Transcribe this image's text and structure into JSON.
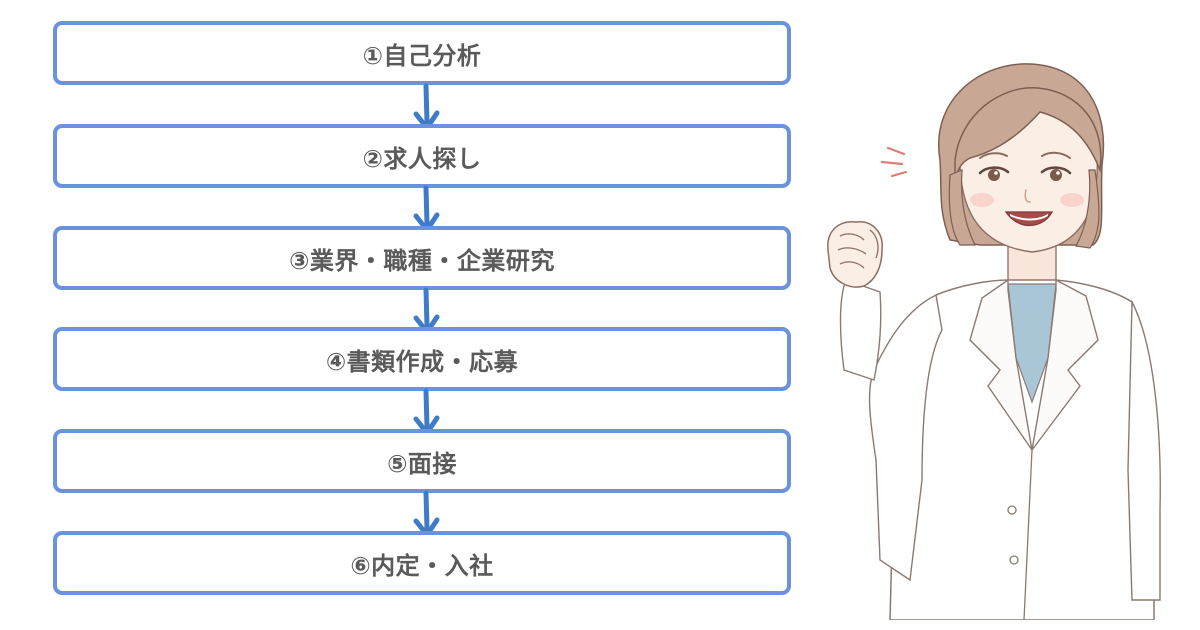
{
  "flow": {
    "steps": [
      {
        "label": "①自己分析"
      },
      {
        "label": "②求人探し"
      },
      {
        "label": "③業界・職種・企業研究"
      },
      {
        "label": "④書類作成・応募"
      },
      {
        "label": "⑤面接"
      },
      {
        "label": "⑥内定・入社"
      }
    ],
    "colors": {
      "box_border": "#6a93dc",
      "arrow": "#3f7cc8",
      "text": "#5a5a5a"
    }
  },
  "illustration": {
    "icon": "businesswoman-fist-pump-icon"
  }
}
